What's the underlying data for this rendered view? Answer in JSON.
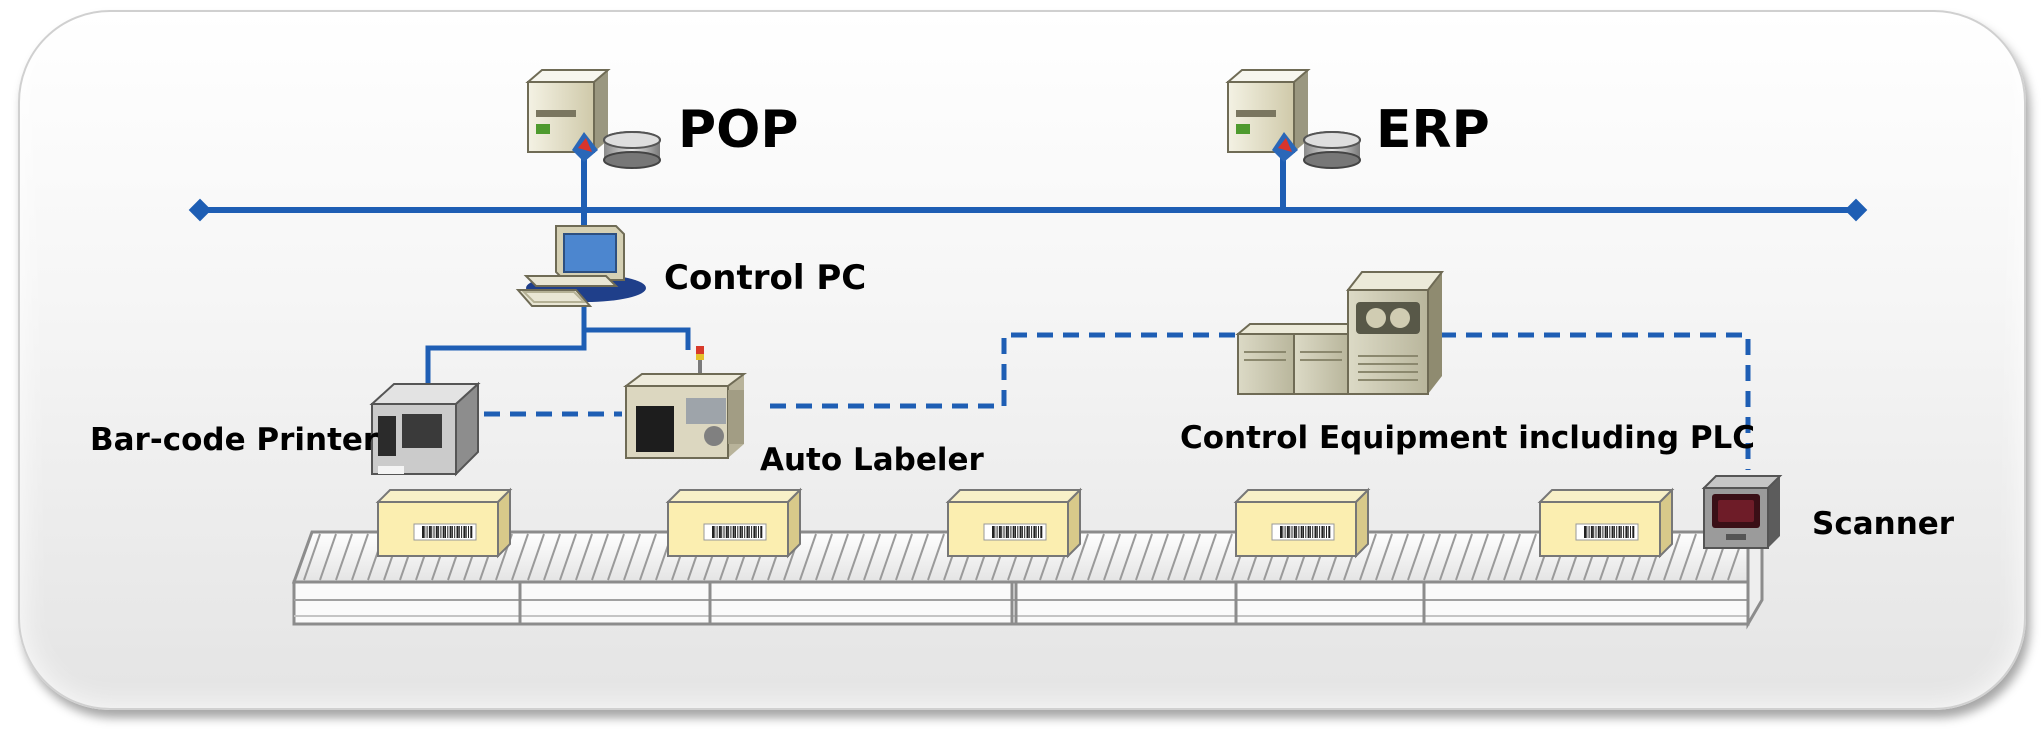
{
  "nodes": {
    "pop": "POP",
    "erp": "ERP",
    "control_pc": "Control PC",
    "barcode_printer": "Bar-code Printer",
    "auto_labeler": "Auto Labeler",
    "control_equipment": "Control Equipment including PLC",
    "scanner": "Scanner"
  },
  "colors": {
    "network_line": "#1e5eb4",
    "box_fill": "#fbeeb0",
    "conveyor": "#8c8c8c"
  },
  "icons": {
    "pop": "server-icon",
    "erp": "server-icon",
    "control_pc": "desktop-computer-icon",
    "barcode_printer": "printer-icon",
    "auto_labeler": "labeler-machine-icon",
    "control_equipment": "plc-cabinet-icon",
    "scanner": "barcode-scanner-icon"
  }
}
